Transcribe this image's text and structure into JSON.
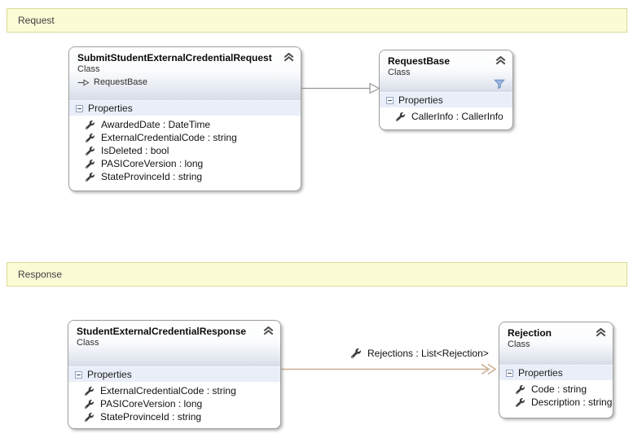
{
  "banners": {
    "request": "Request",
    "response": "Response"
  },
  "classes": {
    "submit_request": {
      "name": "SubmitStudentExternalCredentialRequest",
      "stereotype": "Class",
      "base": "RequestBase",
      "section": "Properties",
      "props": [
        "AwardedDate : DateTime",
        "ExternalCredentialCode : string",
        "IsDeleted : bool",
        "PASICoreVersion : long",
        "StateProvinceId : string"
      ]
    },
    "request_base": {
      "name": "RequestBase",
      "stereotype": "Class",
      "section": "Properties",
      "props": [
        "CallerInfo : CallerInfo"
      ]
    },
    "response": {
      "name": "StudentExternalCredentialResponse",
      "stereotype": "Class",
      "section": "Properties",
      "props": [
        "ExternalCredentialCode : string",
        "PASICoreVersion : long",
        "StateProvinceId : string"
      ]
    },
    "rejection": {
      "name": "Rejection",
      "stereotype": "Class",
      "section": "Properties",
      "props": [
        "Code : string",
        "Description : string"
      ]
    }
  },
  "connectors": {
    "inheritance": {
      "from": "SubmitStudentExternalCredentialRequest",
      "to": "RequestBase"
    },
    "association": {
      "label": "Rejections : List<Rejection>"
    }
  },
  "icons": {
    "collapse": "double-chevron-up",
    "section_toggle": "minus-box",
    "property": "wrench",
    "filter": "funnel",
    "inheritance_glyph": "arrow-hollow-triangle-right"
  },
  "colors": {
    "banner_bg": "#FBFBD6",
    "banner_border": "#DBDB97",
    "header_gradient_end": "#D6DBE8",
    "properties_band": "#E9EEF8",
    "association_line": "#CBAB90",
    "inheritance_line": "#979797",
    "filter_icon_blue": "#8FB0E0"
  }
}
